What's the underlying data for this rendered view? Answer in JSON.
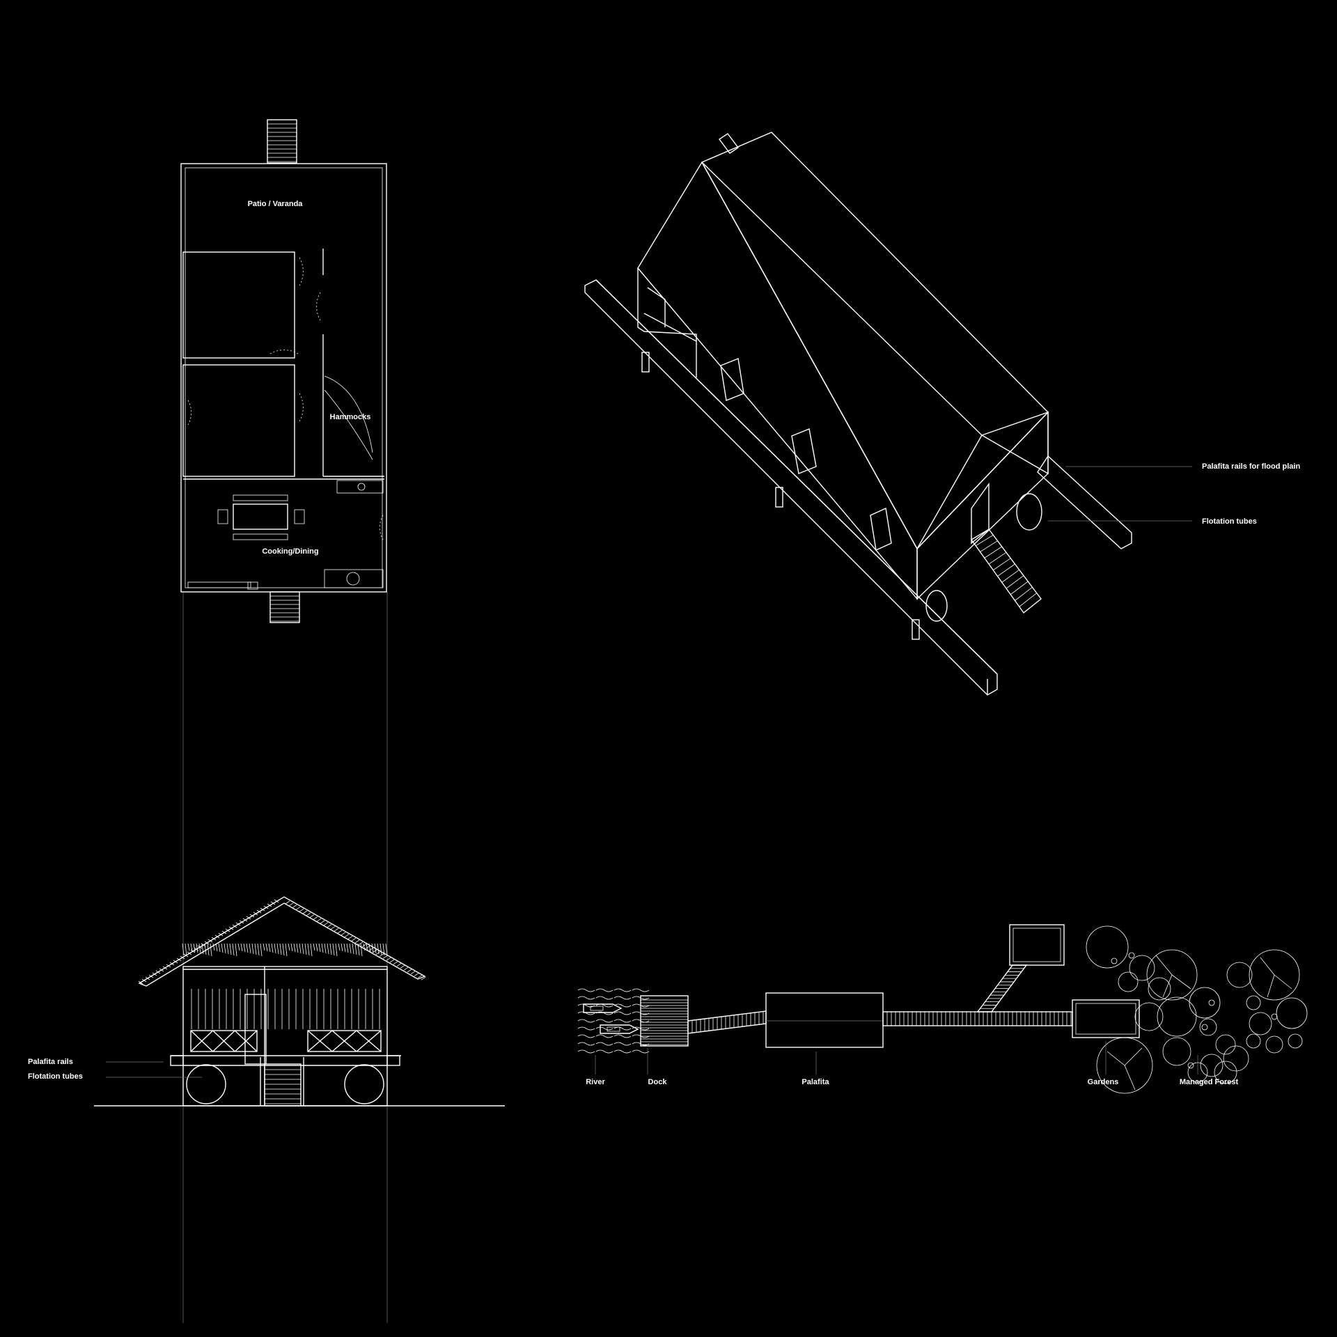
{
  "plan": {
    "patio": "Patio / Varanda",
    "hammocks": "Hammocks",
    "cooking": "Cooking/Dining"
  },
  "axon": {
    "rails": "Palafita rails for flood plain",
    "tubes": "Flotation tubes"
  },
  "section": {
    "rails": "Palafita rails",
    "tubes": "Flotation tubes"
  },
  "site": {
    "river": "River",
    "dock": "Dock",
    "palafita": "Palafita",
    "gardens": "Gardens",
    "forest": "Managed Forest"
  },
  "colors": {
    "background": "#000000",
    "line": "#ffffff",
    "guide": "#777777"
  }
}
